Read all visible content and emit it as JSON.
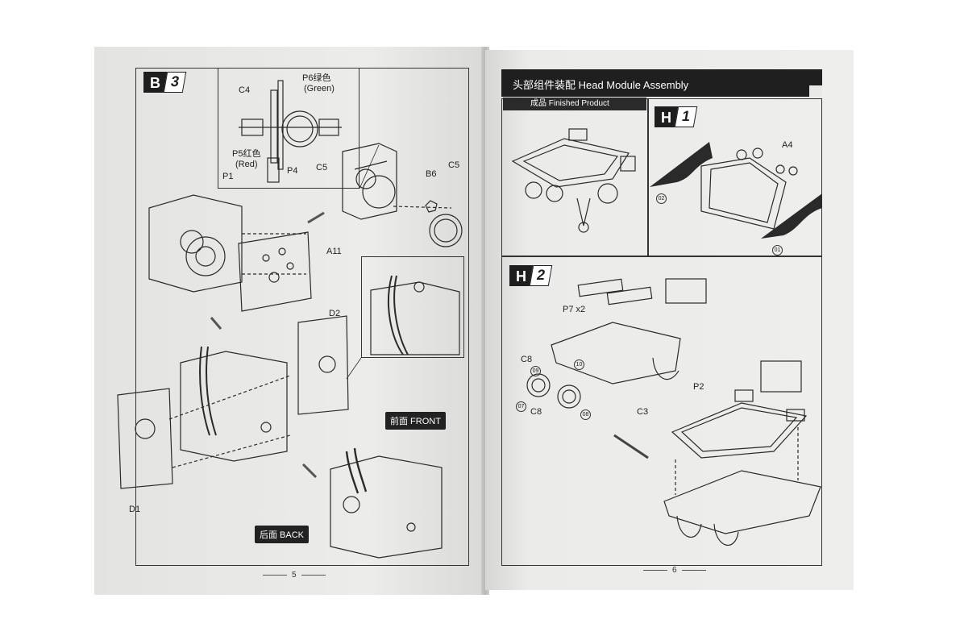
{
  "left_page": {
    "step": {
      "letter": "B",
      "number": "3"
    },
    "inset_labels": {
      "p6": "P6绿色",
      "p6_en": "(Green)",
      "c4": "C4",
      "p5": "P5红色",
      "p5_en": "(Red)",
      "p4": "P4",
      "c5": "C5",
      "p1": "P1"
    },
    "part_labels": {
      "b6": "B6",
      "c5": "C5",
      "a11": "A11",
      "d2": "D2",
      "d1": "D1"
    },
    "front_tag": "前面 FRONT",
    "back_tag": "后面 BACK",
    "page_number": "5"
  },
  "right_page": {
    "header_title": "头部组件装配  Head Module Assembly",
    "finished_product": "成品 Finished Product",
    "step_h1": {
      "letter": "H",
      "number": "1"
    },
    "step_h2": {
      "letter": "H",
      "number": "2"
    },
    "labels": {
      "a4": "A4",
      "p7": "P7 x2",
      "c8_top": "C8",
      "c8_bottom": "C8",
      "c3": "C3",
      "p2": "P2"
    },
    "callouts": {
      "c01": "01",
      "c02": "02",
      "c07": "07",
      "c08": "08",
      "c09": "09",
      "c10": "10"
    },
    "page_number": "6"
  }
}
